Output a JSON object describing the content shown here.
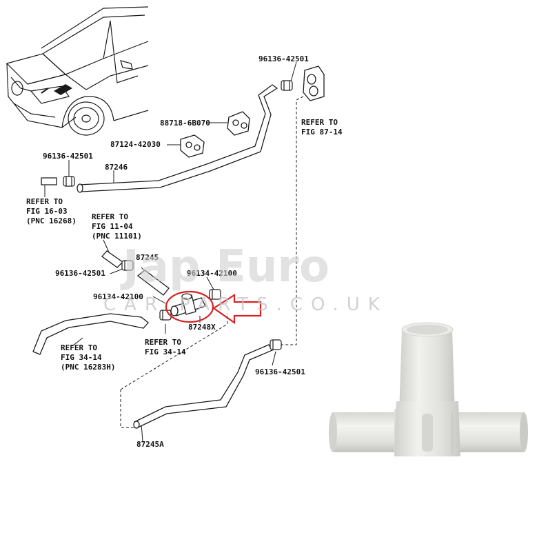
{
  "diagram": {
    "part_labels": {
      "p_96136_42501_top": "96136-42501",
      "p_88718_6b070": "88718-6B070",
      "p_87124_42030": "87124-42030",
      "p_96136_42501_left": "96136-42501",
      "p_87246": "87246",
      "p_87245": "87245",
      "p_96136_42501_mid": "96136-42501",
      "p_96134_42100_a": "96134-42100",
      "p_96134_42100_b": "96134-42100",
      "p_87248x": "87248X",
      "p_96136_42501_low": "96136-42501",
      "p_87245a": "87245A"
    },
    "references": {
      "fig87_l1": "REFER TO",
      "fig87_l2": "FIG 87-14",
      "fig16_l1": "REFER TO",
      "fig16_l2": "FIG 16-03",
      "fig16_l3": "(PNC 16268)",
      "fig11_l1": "REFER TO",
      "fig11_l2": "FIG 11-04",
      "fig11_l3": "(PNC 11101)",
      "fig34a_l1": "REFER TO",
      "fig34a_l2": "FIG 34-14",
      "fig34a_l3": "(PNC 16283H)",
      "fig34b_l1": "REFER TO",
      "fig34b_l2": "FIG 34-14"
    }
  },
  "watermark": {
    "brand": "Jap Euro",
    "site": "CAR PARTS.CO.UK"
  },
  "colors": {
    "line": "#1a1a1a",
    "highlight": "#d92020",
    "part_body": "#e9e9e6",
    "watermark": "#cfcfcf"
  }
}
